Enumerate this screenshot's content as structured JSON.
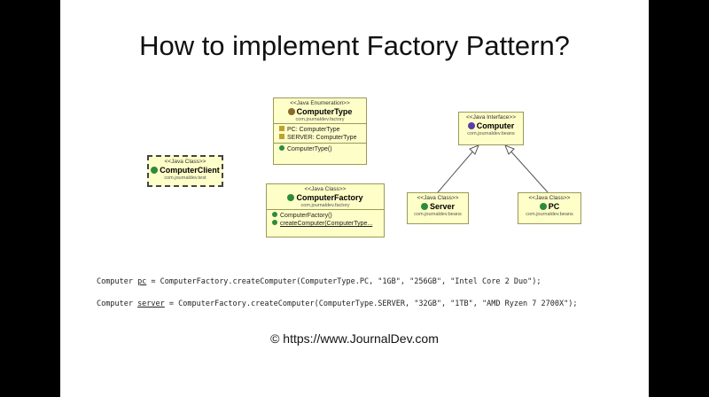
{
  "title": "How to implement Factory Pattern?",
  "diagram": {
    "computer_type": {
      "stereotype": "<<Java Enumeration>>",
      "name": "ComputerType",
      "package": "com.journaldev.factory",
      "fields": [
        "PC: ComputerType",
        "SERVER: ComputerType"
      ],
      "methods": [
        "ComputerType()"
      ]
    },
    "computer_client": {
      "stereotype": "<<Java Class>>",
      "name": "ComputerClient",
      "package": "com.journaldev.test"
    },
    "computer_factory": {
      "stereotype": "<<Java Class>>",
      "name": "ComputerFactory",
      "package": "com.journaldev.factory",
      "methods": [
        "ComputerFactory()",
        "createComputer(ComputerType..."
      ]
    },
    "computer": {
      "stereotype": "<<Java Interface>>",
      "name": "Computer",
      "package": "com.journaldev.beans"
    },
    "server": {
      "stereotype": "<<Java Class>>",
      "name": "Server",
      "package": "com.journaldev.beans"
    },
    "pc": {
      "stereotype": "<<Java Class>>",
      "name": "PC",
      "package": "com.journaldev.beans"
    }
  },
  "code": {
    "line1": {
      "prefix": "Computer ",
      "var": "pc",
      "suffix": " = ComputerFactory.createComputer(ComputerType.PC, \"1GB\", \"256GB\", \"Intel Core 2 Duo\");"
    },
    "line2": {
      "prefix": "Computer ",
      "var": "server",
      "suffix": " = ComputerFactory.createComputer(ComputerType.SERVER, \"32GB\", \"1TB\", \"AMD Ryzen 7 2700X\");"
    }
  },
  "footer": "© https://www.JournalDev.com"
}
